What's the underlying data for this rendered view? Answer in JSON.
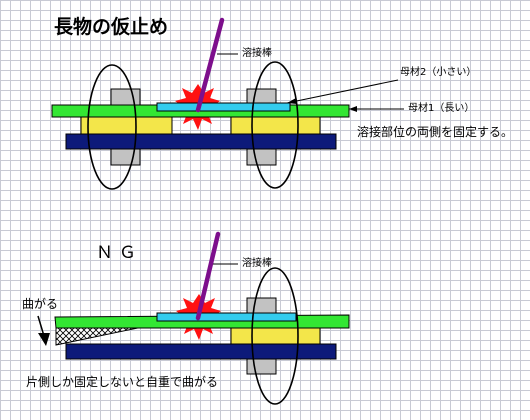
{
  "title": "長物の仮止め",
  "top_figure": {
    "welding_rod_label": "溶接棒",
    "base_material_2_label": "母材2（小さい）",
    "base_material_1_label": "母材1（長い）",
    "note": "溶接部位の両側を固定する。"
  },
  "bottom_figure": {
    "heading": "ＮＧ",
    "welding_rod_label": "溶接棒",
    "bend_label": "曲がる",
    "note": "片側しか固定しないと自重で曲がる"
  },
  "colors": {
    "background": "#ffffff",
    "grid": "#c8cad4",
    "base_material_1": "#33e633",
    "base_material_2": "#33ccee",
    "support_block": "#f3e64a",
    "base_plate": "#0d1a7a",
    "clamp_block": "#c2c2c2",
    "welding_rod": "#7d0f8c",
    "spark": "#ff1111"
  }
}
